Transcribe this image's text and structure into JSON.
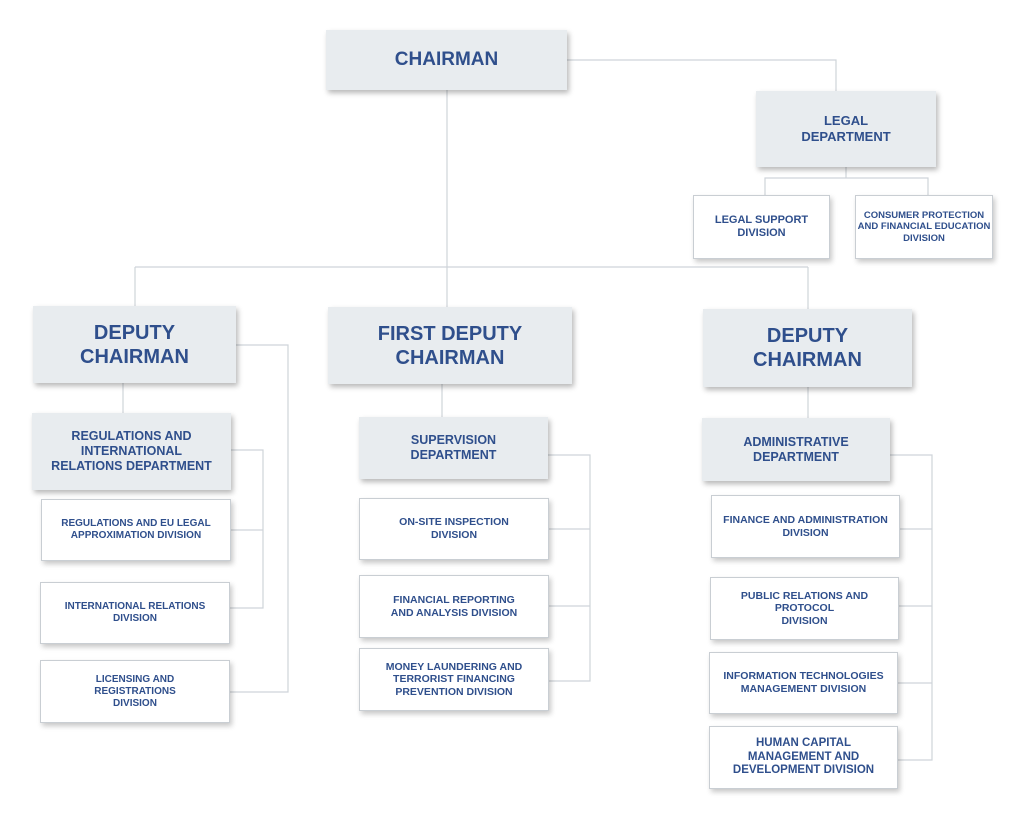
{
  "chart": {
    "chairman": "CHAIRMAN",
    "legal": {
      "department": "LEGAL\nDEPARTMENT",
      "divisions": [
        "LEGAL SUPPORT\nDIVISION",
        "CONSUMER PROTECTION\nAND FINANCIAL EDUCATION\nDIVISION"
      ]
    },
    "left": {
      "title": "DEPUTY\nCHAIRMAN",
      "department": "REGULATIONS AND\nINTERNATIONAL\nRELATIONS DEPARTMENT",
      "divisions": [
        "REGULATIONS AND EU LEGAL\nAPPROXIMATION DIVISION",
        "INTERNATIONAL RELATIONS\nDIVISION",
        "LICENSING AND\nREGISTRATIONS\nDIVISION"
      ]
    },
    "center": {
      "title": "FIRST DEPUTY\nCHAIRMAN",
      "department": "SUPERVISION\nDEPARTMENT",
      "divisions": [
        "ON-SITE INSPECTION\nDIVISION",
        "FINANCIAL REPORTING\nAND ANALYSIS DIVISION",
        "MONEY LAUNDERING AND\nTERRORIST FINANCING\nPREVENTION DIVISION"
      ]
    },
    "right": {
      "title": "DEPUTY\nCHAIRMAN",
      "department": "ADMINISTRATIVE\nDEPARTMENT",
      "divisions": [
        "FINANCE AND ADMINISTRATION\nDIVISION",
        "PUBLIC RELATIONS AND\nPROTOCOL\nDIVISION",
        "INFORMATION TECHNOLOGIES\nMANAGEMENT DIVISION",
        "HUMAN CAPITAL\nMANAGEMENT AND\nDEVELOPMENT DIVISION"
      ]
    }
  }
}
